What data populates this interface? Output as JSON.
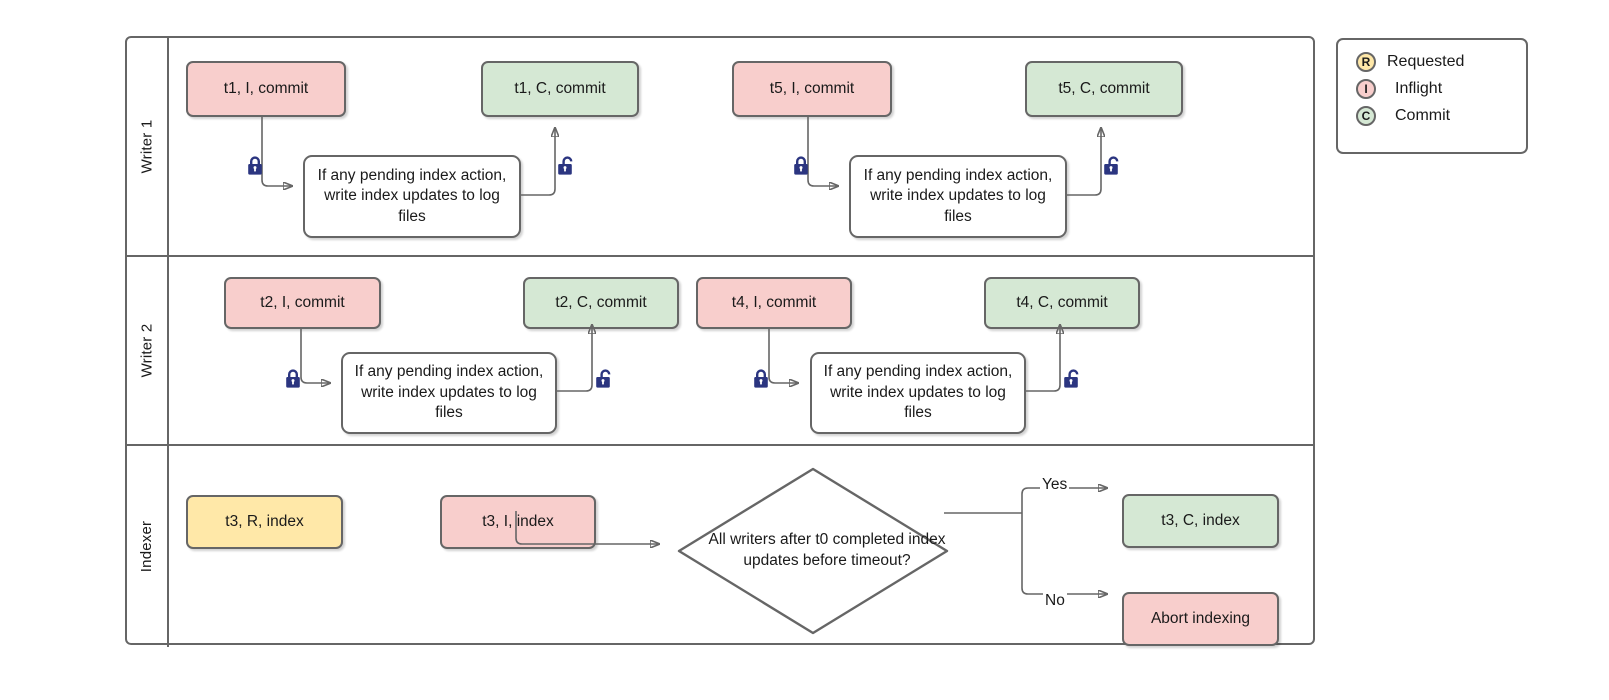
{
  "diagram": {
    "title": "Writer / Indexer lock-based index update swimlane",
    "colors": {
      "pink": "#f8cecc",
      "green": "#d5e8d4",
      "yellow": "#ffe8a8",
      "stroke": "#666666",
      "lock": "#2b3580",
      "background": "#ffffff"
    }
  },
  "lanes": [
    {
      "id": "writer1",
      "label": "Writer 1"
    },
    {
      "id": "writer2",
      "label": "Writer 2"
    },
    {
      "id": "indexer",
      "label": "Indexer"
    }
  ],
  "activity_text": "If any pending index action, write index updates to log files",
  "nodes": {
    "w1_t1_i": {
      "label": "t1, I, commit",
      "color": "pink"
    },
    "w1_act_a": {
      "label": "If any pending index action, write index updates to log files",
      "color": "white"
    },
    "w1_t1_c": {
      "label": "t1, C, commit",
      "color": "green"
    },
    "w1_t5_i": {
      "label": "t5, I, commit",
      "color": "pink"
    },
    "w1_act_b": {
      "label": "If any pending index action, write index updates to log files",
      "color": "white"
    },
    "w1_t5_c": {
      "label": "t5, C, commit",
      "color": "green"
    },
    "w2_t2_i": {
      "label": "t2, I, commit",
      "color": "pink"
    },
    "w2_act_a": {
      "label": "If any pending index action, write index updates to log files",
      "color": "white"
    },
    "w2_t2_c": {
      "label": "t2, C, commit",
      "color": "green"
    },
    "w2_t4_i": {
      "label": "t4, I, commit",
      "color": "pink"
    },
    "w2_act_b": {
      "label": "If any pending index action, write index updates to log files",
      "color": "white"
    },
    "w2_t4_c": {
      "label": "t4, C, commit",
      "color": "green"
    },
    "ix_t3_r": {
      "label": "t3, R, index",
      "color": "yellow"
    },
    "ix_t3_i": {
      "label": "t3, I, index",
      "color": "pink"
    },
    "ix_decision": {
      "label": "All writers after t0 completed index updates before timeout?",
      "color": "white"
    },
    "ix_t3_c": {
      "label": "t3, C, index",
      "color": "green"
    },
    "ix_abort": {
      "label": "Abort indexing",
      "color": "pink"
    }
  },
  "edge_labels": {
    "yes": "Yes",
    "no": "No"
  },
  "lock_icons": [
    {
      "id": "w1-lock-a-closed",
      "state": "locked"
    },
    {
      "id": "w1-lock-a-open",
      "state": "unlocked"
    },
    {
      "id": "w1-lock-b-closed",
      "state": "locked"
    },
    {
      "id": "w1-lock-b-open",
      "state": "unlocked"
    },
    {
      "id": "w2-lock-a-closed",
      "state": "locked"
    },
    {
      "id": "w2-lock-a-open",
      "state": "unlocked"
    },
    {
      "id": "w2-lock-b-closed",
      "state": "locked"
    },
    {
      "id": "w2-lock-b-open",
      "state": "unlocked"
    }
  ],
  "legend": {
    "items": [
      {
        "key": "R",
        "label": "Requested",
        "color": "#ffe8a8"
      },
      {
        "key": "I",
        "label": "Inflight",
        "color": "#f8cecc"
      },
      {
        "key": "C",
        "label": "Commit",
        "color": "#d5e8d4"
      }
    ]
  }
}
